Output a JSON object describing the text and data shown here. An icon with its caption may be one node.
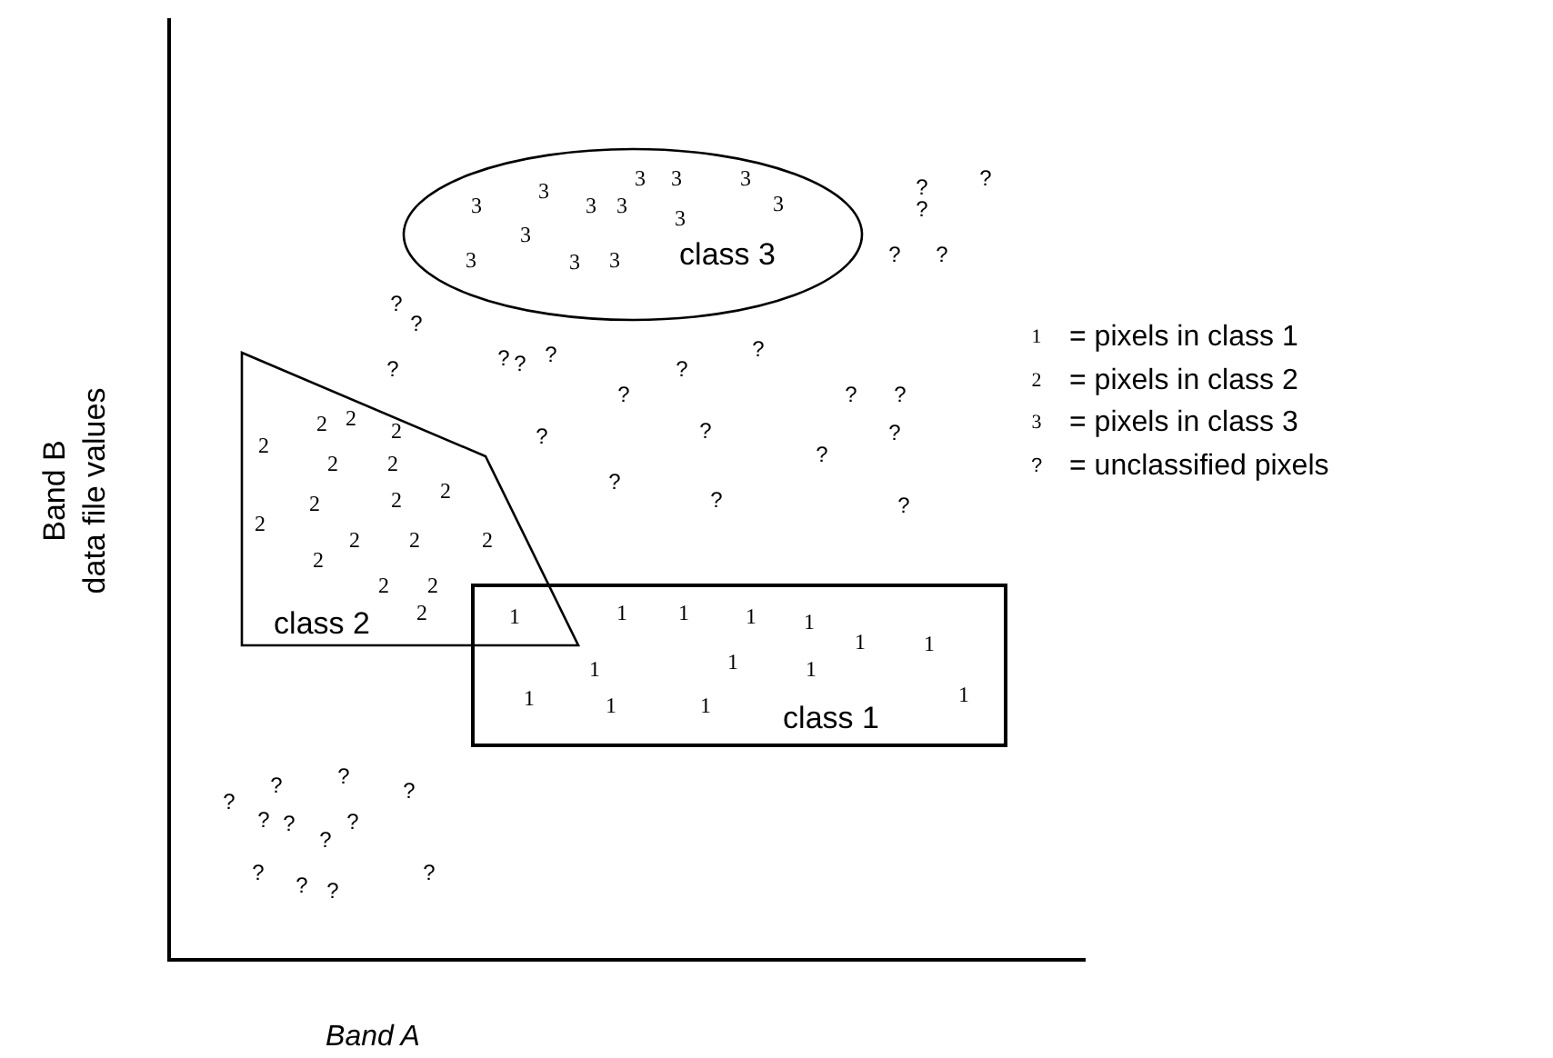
{
  "diagram": {
    "nodes": [
      {
        "text": [
          "class 3"
        ]
      },
      {
        "text": [
          "class 2"
        ]
      },
      {
        "text": [
          "class 1"
        ]
      }
    ],
    "labels": [
      "3",
      "3",
      "3",
      "3",
      "3",
      "3",
      "3",
      "3",
      "3",
      "3",
      "3",
      "3",
      "3",
      "?",
      "?",
      "?",
      "?",
      "?",
      "?",
      "?",
      "?",
      "?",
      "?",
      "?",
      "?",
      "?",
      "?",
      "?",
      "?",
      "2",
      "2",
      "2",
      "2",
      "2",
      "2",
      "2",
      "2",
      "2",
      "2",
      "2",
      "2",
      "2",
      "2",
      "2",
      "2",
      "2",
      "?",
      "?",
      "?",
      "?",
      "?",
      "?",
      "?",
      "1",
      "1",
      "1",
      "1",
      "1",
      "1",
      "1",
      "1",
      "1",
      "1",
      "1",
      "1",
      "1",
      "1",
      "?",
      "?",
      "?",
      "?",
      "?",
      "?",
      "?",
      "?",
      "?",
      "?",
      "?",
      "?",
      "1",
      "= pixels in class 1",
      "2",
      "= pixels in class 2",
      "3",
      "= pixels in class 3",
      "?",
      "= unclassified pixels",
      "Band B",
      "data file values",
      "Band A"
    ]
  }
}
